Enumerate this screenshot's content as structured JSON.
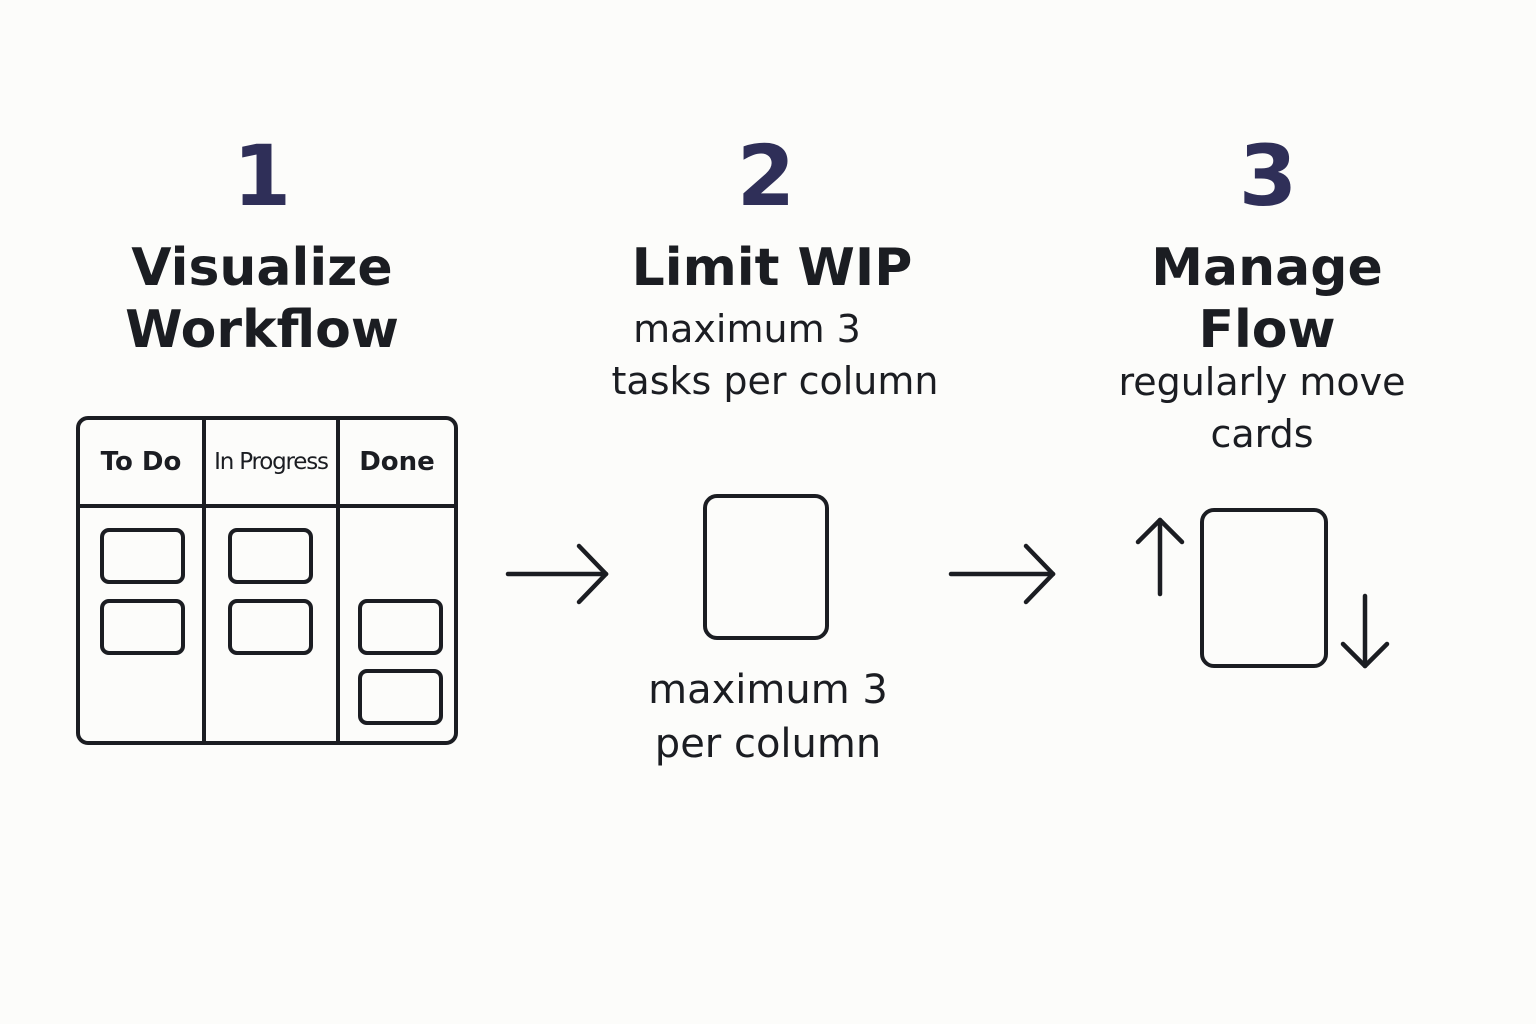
{
  "steps": [
    {
      "number": "1",
      "title_lines": [
        "Visualize",
        "Workflow"
      ],
      "board": {
        "columns": [
          "To Do",
          "In Progress",
          "Done"
        ],
        "cards_per_column": [
          2,
          2,
          2
        ]
      }
    },
    {
      "number": "2",
      "title_lines": [
        "Limit WIP"
      ],
      "caption_lines": [
        "maximum 3",
        "tasks per column"
      ],
      "bottom_caption_lines": [
        "maximum 3",
        "per column"
      ]
    },
    {
      "number": "3",
      "title_lines": [
        "Manage",
        "Flow"
      ],
      "caption_lines": [
        "regularly move",
        "cards"
      ]
    }
  ],
  "icons": {
    "step_arrow": "arrow-right-icon",
    "move_up": "arrow-up-icon",
    "move_down": "arrow-down-icon"
  },
  "colors": {
    "background": "#fcfcfa",
    "number": "#2f2f58",
    "ink": "#1b1d22"
  }
}
